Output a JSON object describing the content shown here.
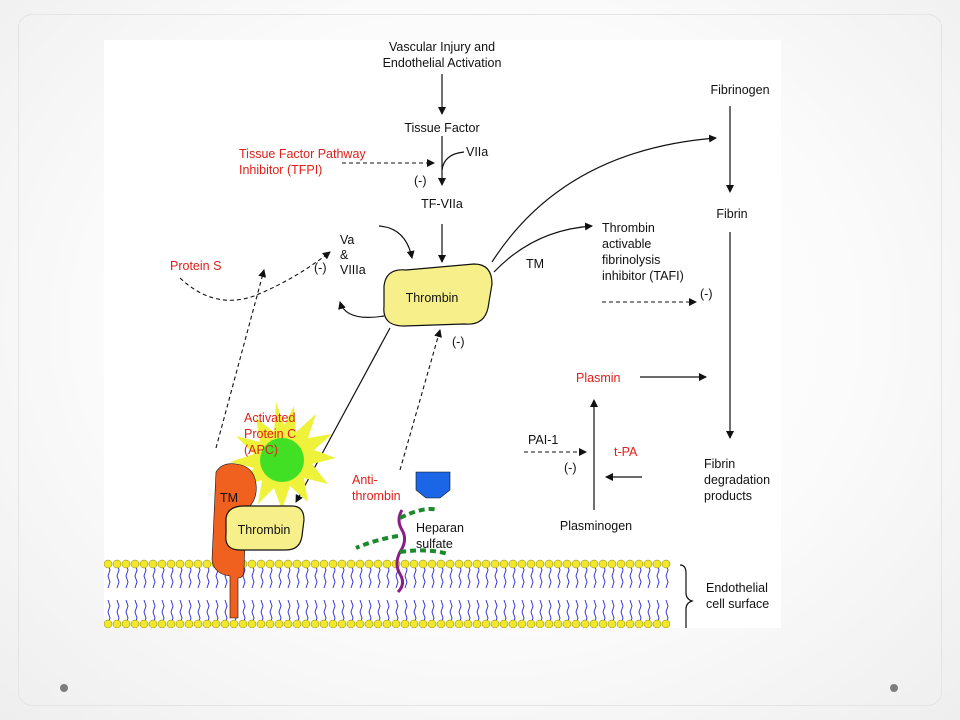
{
  "diagram": {
    "labels": {
      "vascular_injury_1": "Vascular Injury and",
      "vascular_injury_2": "Endothelial Activation",
      "tissue_factor": "Tissue Factor",
      "tfpi_1": "Tissue Factor Pathway",
      "tfpi_2": "Inhibitor (TFPI)",
      "viia": "VIIa",
      "neg_1": "(-)",
      "tf_viia": "TF-VIIa",
      "va": "Va",
      "amp": "&",
      "viiia": "VIIIa",
      "neg_2": "(-)",
      "protein_s": "Protein S",
      "thrombin_main": "Thrombin",
      "tm_main": "TM",
      "neg_3": "(-)",
      "fibrinogen": "Fibrinogen",
      "fibrin": "Fibrin",
      "tafi_1": "Thrombin",
      "tafi_2": "activable",
      "tafi_3": "fibrinolysis",
      "tafi_4": "inhibitor (TAFI)",
      "neg_4": "(-)",
      "plasmin": "Plasmin",
      "pai1": "PAI-1",
      "neg_5": "(-)",
      "tpa": "t-PA",
      "fdp_1": "Fibrin",
      "fdp_2": "degradation",
      "fdp_3": "products",
      "plasminogen": "Plasminogen",
      "apc_1": "Activated",
      "apc_2": "Protein C",
      "apc_3": "(APC)",
      "tm_membrane": "TM",
      "thrombin_membrane": "Thrombin",
      "antithrombin_1": "Anti-",
      "antithrombin_2": "thrombin",
      "heparan_1": "Heparan",
      "heparan_2": "sulfate",
      "endothelial_1": "Endothelial",
      "endothelial_2": "cell surface"
    },
    "colors": {
      "inhibitor_text": "#e0201b",
      "thrombin_fill": "#f7f08a",
      "tm_fill": "#f0601f",
      "apc_burst_outer": "#eef23a",
      "apc_burst_inner": "#22dd22",
      "lipid_head": "#f2e82a",
      "lipid_tail": "#3a3ad8",
      "heparan_chain": "#8b1d8b",
      "heparan_dash": "#1a8a2a",
      "antithrombin_fill": "#1a66e6"
    }
  }
}
